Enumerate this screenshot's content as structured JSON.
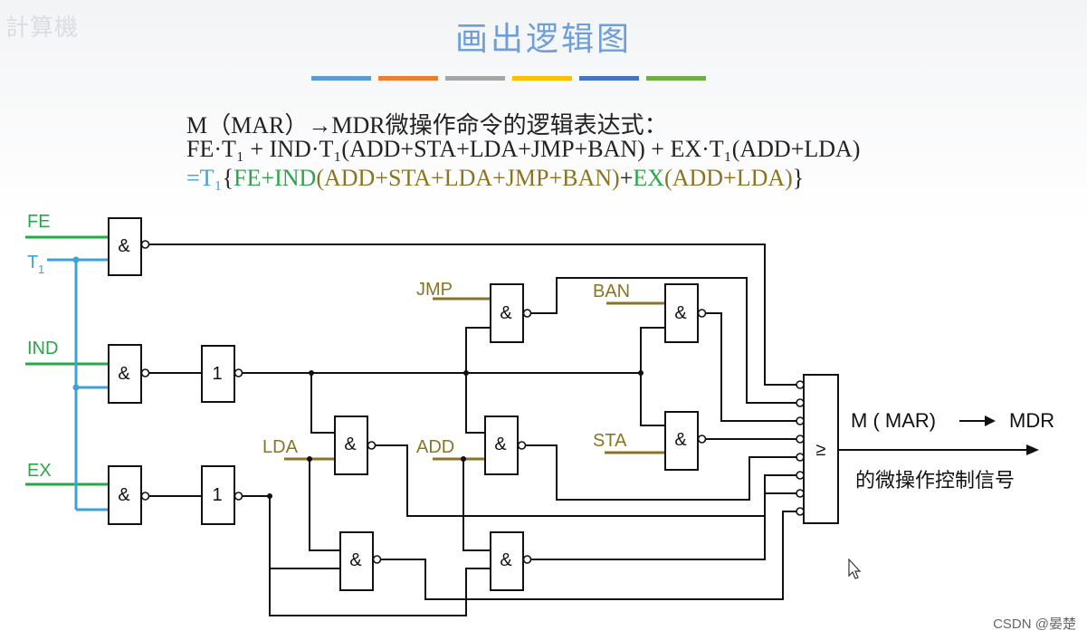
{
  "logo_text": "計算機",
  "title": "画出逻辑图",
  "stripe_colors": [
    "#5b9bd5",
    "#ed7d31",
    "#a5a5a5",
    "#ffc000",
    "#4472c4",
    "#70ad47"
  ],
  "expression": {
    "line1": "M（MAR）→MDR微操作命令的逻辑表达式：",
    "line2": "FE·T₁ + IND·T₁(ADD+STA+LDA+JMP+BAN) + EX·T₁(ADD+LDA)",
    "line3": {
      "eq": "=",
      "t1": "T₁",
      "open": "{",
      "fe": "FE",
      "plus1": "+",
      "ind": "IND",
      "group1": "(ADD+STA+LDA+JMP+BAN)",
      "plus2": "+",
      "ex": "EX",
      "group2": "(ADD+LDA)",
      "close": "}"
    }
  },
  "colors": {
    "green": "#2aa64a",
    "blue": "#3da2d8",
    "brown": "#8a7424",
    "black": "#111111"
  },
  "inputs": {
    "fe": "FE",
    "t1": "T",
    "t1_sub": "1",
    "ind": "IND",
    "ex": "EX"
  },
  "ops": {
    "jmp": "JMP",
    "ban": "BAN",
    "lda": "LDA",
    "add": "ADD",
    "sta": "STA"
  },
  "gate_symbols": {
    "and": "&",
    "not": "1",
    "or": "≥"
  },
  "output": {
    "label": "M ( MAR)",
    "target": "MDR",
    "caption": "的微操作控制信号"
  },
  "watermark": "CSDN @晏楚"
}
